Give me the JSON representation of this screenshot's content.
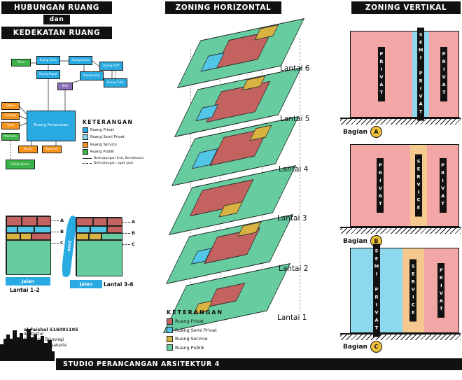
{
  "headers": {
    "left1": "HUBUNGAN RUANG",
    "left2": "dan",
    "left3": "KEDEKATAN RUANG",
    "middle": "ZONING HORIZONTAL",
    "right": "ZONING VERTIKAL"
  },
  "palette": {
    "flow_privat": "#29abe2",
    "flow_semi": "#8bd7f2",
    "flow_service": "#f7941d",
    "flow_publik": "#3bb54a",
    "flow_purple": "#8a6fb8",
    "zone_privat": "#c4625f",
    "zone_semi": "#52c6e8",
    "zone_service": "#d9b341",
    "zone_publik": "#67cda0",
    "sec_pink": "#f2a6a6",
    "sec_cyan": "#8ed8ee",
    "sec_tan": "#f5c890",
    "road_blue": "#29abe2",
    "badge_yellow": "#f0c23c",
    "bar_black": "#111111"
  },
  "flow": {
    "boxes": [
      {
        "label": "Teras",
        "color": "#3bb54a"
      },
      {
        "label": "Ruang Tamu",
        "color": "#29abe2"
      },
      {
        "label": "Ruang Ketua",
        "color": "#29abe2"
      },
      {
        "label": "Ruang Staff",
        "color": "#29abe2"
      },
      {
        "label": "Ruang Rapat",
        "color": "#29abe2"
      },
      {
        "label": "NCD",
        "color": "#8a6fb8"
      },
      {
        "label": "Ruang Arsip",
        "color": "#29abe2"
      },
      {
        "label": "Ruang Tidur",
        "color": "#29abe2"
      },
      {
        "label": "Dapur",
        "color": "#f7941d"
      },
      {
        "label": "Gudang",
        "color": "#f7941d"
      },
      {
        "label": "Toilet",
        "color": "#f7941d"
      },
      {
        "label": "Musholla",
        "color": "#3bb54a"
      },
      {
        "label": "Ruang Pertemuan",
        "color": "#29abe2"
      },
      {
        "label": "Pantry",
        "color": "#f7941d"
      },
      {
        "label": "Koperasi",
        "color": "#f7941d"
      },
      {
        "label": "Publik Space",
        "color": "#3bb54a"
      }
    ],
    "legend": {
      "title": "KETERANGAN",
      "items": [
        {
          "label": "Ruang Privat",
          "color": "#29abe2"
        },
        {
          "label": "Ruang Semi Privat",
          "color": "#8bd7f2"
        },
        {
          "label": "Ruang Service",
          "color": "#f7941d"
        },
        {
          "label": "Ruang Publik",
          "color": "#3bb54a"
        }
      ],
      "line_solid": "Berhubungan Erat, Berdekatan",
      "line_dashed": "Berhubungan, agak jauh"
    }
  },
  "plans": {
    "plan1": {
      "title": "Lantai 1-2",
      "road": "Jalan",
      "cuts": [
        "A",
        "B",
        "C"
      ]
    },
    "plan2": {
      "title": "Lantai 3-6",
      "road": "Jalan",
      "road_side": "Jalan",
      "cuts": [
        "A",
        "B",
        "C"
      ]
    }
  },
  "horizontal": {
    "floors": [
      "Lantai 6",
      "Lantai 5",
      "Lantai 4",
      "Lantai 3",
      "Lantai 2",
      "Lantai 1"
    ],
    "legend": {
      "title": "KETERANGAN",
      "items": [
        {
          "label": "Ruang Privat",
          "color": "#c4625f"
        },
        {
          "label": "Ruang Semi Privat",
          "color": "#52c6e8"
        },
        {
          "label": "Ruang Service",
          "color": "#d9b341"
        },
        {
          "label": "Ruang Publik",
          "color": "#67cda0"
        }
      ]
    }
  },
  "vertical": {
    "bagian": "Bagian",
    "sections": [
      {
        "letter": "A",
        "zones": [
          {
            "label": "PRIVAT",
            "color": "#f2a6a6"
          },
          {
            "label": "SEMI PRIVAT",
            "color": "#8ed8ee"
          },
          {
            "label": "PRIVAT",
            "color": "#f2a6a6"
          }
        ]
      },
      {
        "letter": "B",
        "zones": [
          {
            "label": "PRIVAT",
            "color": "#f2a6a6"
          },
          {
            "label": "SERVICE",
            "color": "#f5c890"
          },
          {
            "label": "PRIVAT",
            "color": "#f2a6a6"
          }
        ]
      },
      {
        "letter": "C",
        "zones": [
          {
            "label": "SEMI PRIVAT",
            "color": "#8ed8ee"
          },
          {
            "label": "SERVICE",
            "color": "#f5c890"
          },
          {
            "label": "PRIVAT",
            "color": "#f2a6a6"
          }
        ]
      }
    ]
  },
  "footer": {
    "studio": "STUDIO PERANCANGAN ARSITEKTUR 4",
    "author": "al Faishal 516091105",
    "line2": "Arsitektur",
    "line3": "Sains dan Teknologi",
    "line4": "Teknologi Yogyakarta"
  }
}
